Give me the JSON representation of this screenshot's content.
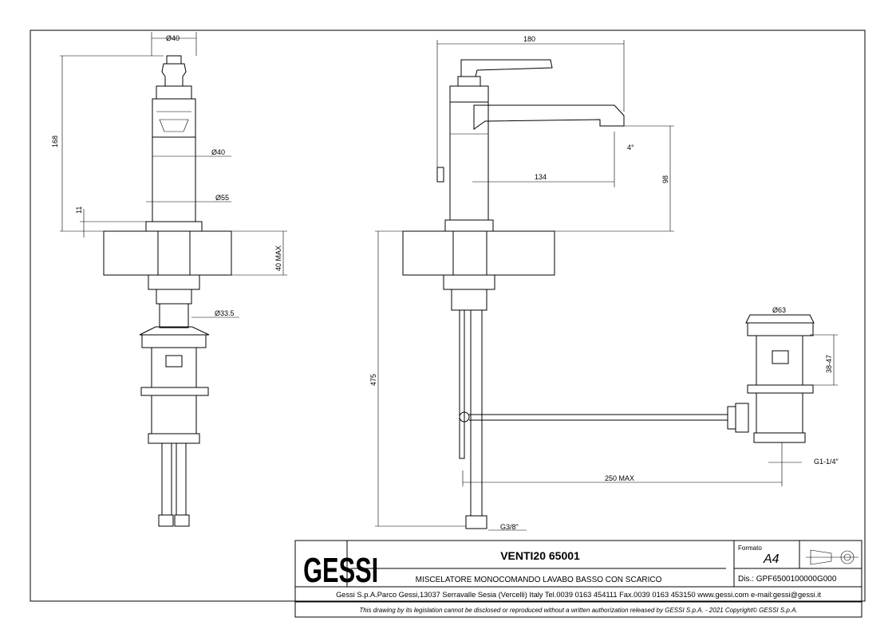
{
  "dimensions": {
    "left_top_dia": "Ø40",
    "left_height": "168",
    "left_body_dia": "Ø40",
    "left_base_dia": "Ø55",
    "left_base_height": "11",
    "countertop_max": "40 MAX",
    "left_tail_dia": "Ø33.5",
    "right_width": "180",
    "spout_angle": "4°",
    "spout_reach": "134",
    "spout_height": "98",
    "total_length": "475",
    "drain_dia": "Ø63",
    "drain_height": "38-47",
    "drain_thread": "G1-1/4\"",
    "rod_length": "250 MAX",
    "hose_thread": "G3/8\""
  },
  "title_block": {
    "logo": "GESSI",
    "product_code": "VENTI20 65001",
    "description": "MISCELATORE MONOCOMANDO LAVABO BASSO CON SCARICO",
    "format_label": "Formato",
    "format_value": "A4",
    "drawing_number": "Dis.: GPF6500100000G000",
    "company_info": "Gessi S.p.A.Parco Gessi,13037 Serravalle Sesia (Vercelli) Italy Tel.0039 0163 454111 Fax.0039 0163 453150 www.gessi.com e-mail:gessi@gessi.it",
    "copyright": "This drawing by its legislation cannot be disclosed or reproduced without a written authorization released by GESSI S.p.A. - 2021 Copyright© GESSI S.p.A."
  }
}
